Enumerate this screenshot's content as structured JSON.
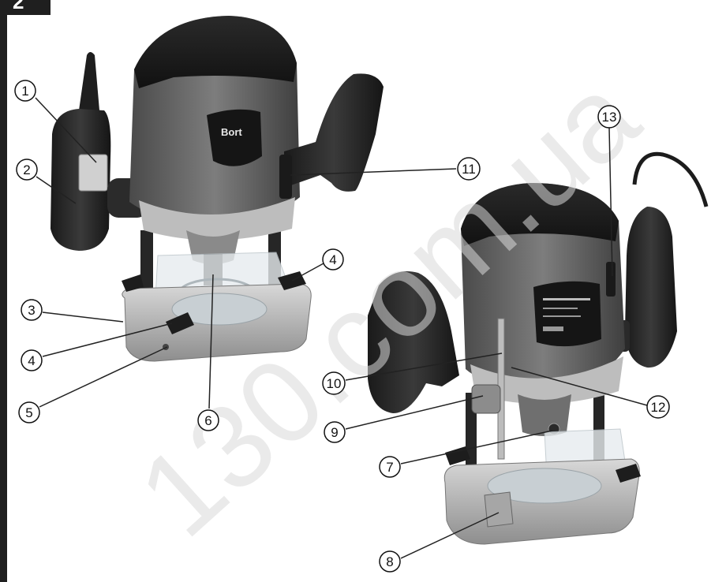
{
  "figure_number": "2",
  "watermark": "130.com.ua",
  "brand_label": "Bort",
  "callouts": [
    "1",
    "2",
    "3",
    "4",
    "4",
    "5",
    "6",
    "7",
    "8",
    "9",
    "10",
    "11",
    "12",
    "13"
  ]
}
